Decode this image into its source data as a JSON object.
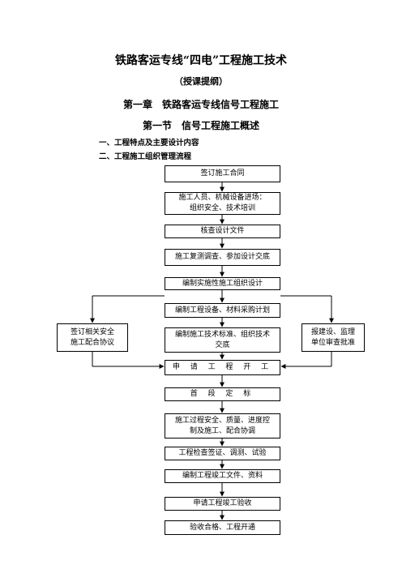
{
  "header": {
    "title": "铁路客运专线“四电”工程施工技术",
    "subtitle": "（授课提纲）",
    "chapter": "第一章　铁路客运专线信号工程施工",
    "section": "第一节　信号工程施工概述",
    "items": [
      "一、工程特点及主要设计内容",
      "二、工程施工组织管理流程"
    ]
  },
  "flowchart": {
    "steps": [
      "签订施工合同",
      "施工人员、机械设备进场：\n组织安全、技术培训",
      "核查设计文件",
      "施工复测调查、参加设计交底",
      "编制实施性施工组织设计",
      "编制工程设备、材料采购计划",
      "编制施工技术标准、组织技术\n交底",
      "申 请 工 程 开 工",
      "首 段 定 标",
      "施工过程安全、质量、进度控\n制及施工、配合协调",
      "工程检查签证、调测、试验",
      "编制工程竣工文件、资料",
      "申请工程竣工验收",
      "验收合格、工程开通"
    ],
    "left_box": "签订相关安全\n施工配合协议",
    "right_box": "报建设、监理\n单位审查批准"
  }
}
